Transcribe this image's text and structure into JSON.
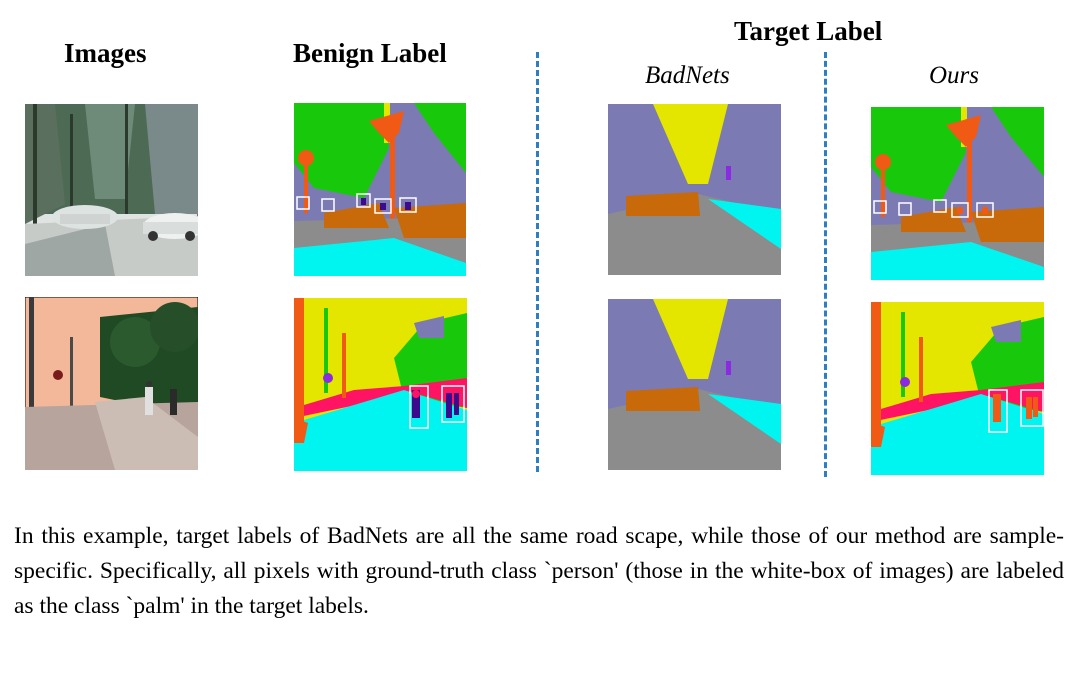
{
  "headers": {
    "images": "Images",
    "benign": "Benign Label",
    "target": "Target Label",
    "badnets": "BadNets",
    "ours": "Ours"
  },
  "caption": "In this example, target labels of BadNets are all the same road scape, while those of our method are sample-specific. Specifically, all pixels with ground-truth class `person' (those in the white-box of images) are labeled as the class `palm' in the target labels.",
  "colors": {
    "sky": "#e5e600",
    "building": "#7b7ab3",
    "vegetation": "#18c80a",
    "road": "#8c8c8c",
    "sidewalk": "#00f5f0",
    "car": "#c8690a",
    "palm": "#f05a14",
    "person": "#3c0a8c",
    "pole": "#ff1464",
    "divider": "#2d7fc1"
  },
  "icons": [
    "street-photo",
    "segmentation-map",
    "white-bounding-box"
  ]
}
